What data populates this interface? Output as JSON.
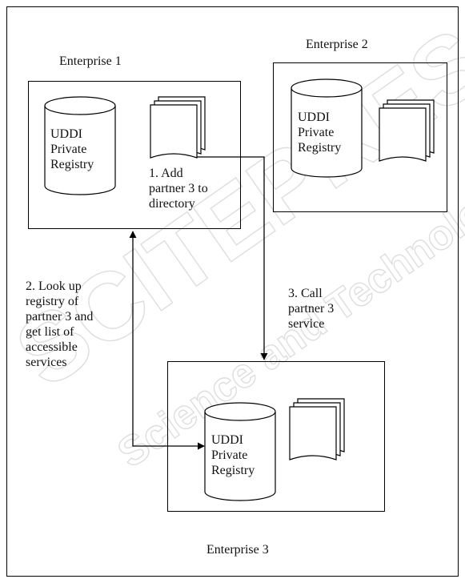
{
  "enterprises": [
    {
      "name": "Enterprise 1"
    },
    {
      "name": "Enterprise 2"
    },
    {
      "name": "Enterprise 3"
    }
  ],
  "registry_label": "UDDI\nPrivate\nRegistry",
  "steps": [
    {
      "text": "1. Add\npartner 3 to\ndirectory"
    },
    {
      "text": "2. Look up\nregistry of\npartner 3 and\nget list of\naccessible\nservices"
    },
    {
      "text": "3. Call\npartner 3\nservice"
    }
  ],
  "watermark": {
    "line1": "SCITEPRESS",
    "line2": "Science and Technology Publications"
  }
}
